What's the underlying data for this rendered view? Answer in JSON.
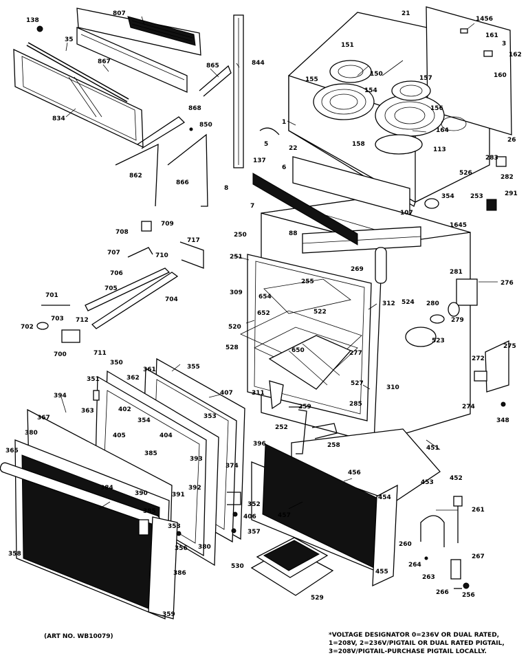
{
  "footer": {
    "art_number": "(ART NO. WB10079)",
    "voltage_note": [
      "*VOLTAGE DESIGNATOR 0=236V OR DUAL RATED,",
      "1=208V, 2=236V/PIGTAIL OR DUAL RATED PIGTAIL,",
      "3=208V/PIGTAIL-PURCHASE PIGTAIL LOCALLY."
    ]
  },
  "part_labels": [
    {
      "id": "p138",
      "text": "138"
    },
    {
      "id": "p807",
      "text": "807"
    },
    {
      "id": "p35",
      "text": "35"
    },
    {
      "id": "p867",
      "text": "867"
    },
    {
      "id": "p834",
      "text": "834"
    },
    {
      "id": "p865",
      "text": "865"
    },
    {
      "id": "p844",
      "text": "844"
    },
    {
      "id": "p868",
      "text": "868"
    },
    {
      "id": "p850",
      "text": "850"
    },
    {
      "id": "p862",
      "text": "862"
    },
    {
      "id": "p866",
      "text": "866"
    },
    {
      "id": "p21",
      "text": "21"
    },
    {
      "id": "p1456",
      "text": "1456"
    },
    {
      "id": "p151",
      "text": "151"
    },
    {
      "id": "p150",
      "text": "150"
    },
    {
      "id": "p155",
      "text": "155"
    },
    {
      "id": "p157",
      "text": "157"
    },
    {
      "id": "p154",
      "text": "154"
    },
    {
      "id": "p156",
      "text": "156"
    },
    {
      "id": "p164",
      "text": "164"
    },
    {
      "id": "p158",
      "text": "158"
    },
    {
      "id": "p1",
      "text": "1"
    },
    {
      "id": "p5",
      "text": "5"
    },
    {
      "id": "p22",
      "text": "22"
    },
    {
      "id": "p161",
      "text": "161"
    },
    {
      "id": "p3",
      "text": "3"
    },
    {
      "id": "p162",
      "text": "162"
    },
    {
      "id": "p160",
      "text": "160"
    },
    {
      "id": "p26",
      "text": "26"
    },
    {
      "id": "p113",
      "text": "113"
    },
    {
      "id": "p137",
      "text": "137"
    },
    {
      "id": "p6",
      "text": "6"
    },
    {
      "id": "p283",
      "text": "283"
    },
    {
      "id": "p526",
      "text": "526"
    },
    {
      "id": "p282",
      "text": "282"
    },
    {
      "id": "p8",
      "text": "8"
    },
    {
      "id": "p7",
      "text": "7"
    },
    {
      "id": "p354",
      "text": "354"
    },
    {
      "id": "p253",
      "text": "253"
    },
    {
      "id": "p291",
      "text": "291"
    },
    {
      "id": "p107",
      "text": "107"
    },
    {
      "id": "p88",
      "text": "88"
    },
    {
      "id": "p1645",
      "text": "1645"
    },
    {
      "id": "p708",
      "text": "708"
    },
    {
      "id": "p709",
      "text": "709"
    },
    {
      "id": "p717",
      "text": "717"
    },
    {
      "id": "p250",
      "text": "250"
    },
    {
      "id": "p707",
      "text": "707"
    },
    {
      "id": "p710",
      "text": "710"
    },
    {
      "id": "p251",
      "text": "251"
    },
    {
      "id": "p269",
      "text": "269"
    },
    {
      "id": "p281",
      "text": "281"
    },
    {
      "id": "p706",
      "text": "706"
    },
    {
      "id": "p255",
      "text": "255"
    },
    {
      "id": "p276",
      "text": "276"
    },
    {
      "id": "p705",
      "text": "705"
    },
    {
      "id": "p704",
      "text": "704"
    },
    {
      "id": "p309",
      "text": "309"
    },
    {
      "id": "p654",
      "text": "654"
    },
    {
      "id": "p312",
      "text": "312"
    },
    {
      "id": "p524",
      "text": "524"
    },
    {
      "id": "p280",
      "text": "280"
    },
    {
      "id": "p701",
      "text": "701"
    },
    {
      "id": "p652",
      "text": "652"
    },
    {
      "id": "p522",
      "text": "522"
    },
    {
      "id": "p279",
      "text": "279"
    },
    {
      "id": "p712",
      "text": "712"
    },
    {
      "id": "p520",
      "text": "520"
    },
    {
      "id": "p703",
      "text": "703"
    },
    {
      "id": "p702",
      "text": "702"
    },
    {
      "id": "p523",
      "text": "523"
    },
    {
      "id": "p700",
      "text": "700"
    },
    {
      "id": "p711",
      "text": "711"
    },
    {
      "id": "p528",
      "text": "528"
    },
    {
      "id": "p650",
      "text": "650"
    },
    {
      "id": "p277",
      "text": "277"
    },
    {
      "id": "p275",
      "text": "275"
    },
    {
      "id": "p350",
      "text": "350"
    },
    {
      "id": "p361",
      "text": "361"
    },
    {
      "id": "p355",
      "text": "355"
    },
    {
      "id": "p272",
      "text": "272"
    },
    {
      "id": "p362",
      "text": "362"
    },
    {
      "id": "p407",
      "text": "407"
    },
    {
      "id": "p527",
      "text": "527"
    },
    {
      "id": "p310",
      "text": "310"
    },
    {
      "id": "p351",
      "text": "351"
    },
    {
      "id": "p311",
      "text": "311"
    },
    {
      "id": "p394",
      "text": "394"
    },
    {
      "id": "p274",
      "text": "274"
    },
    {
      "id": "p285",
      "text": "285"
    },
    {
      "id": "p363",
      "text": "363"
    },
    {
      "id": "p402",
      "text": "402"
    },
    {
      "id": "p353",
      "text": "353"
    },
    {
      "id": "p259",
      "text": "259"
    },
    {
      "id": "p348",
      "text": "348"
    },
    {
      "id": "p367",
      "text": "367"
    },
    {
      "id": "p354b",
      "text": "354"
    },
    {
      "id": "p252",
      "text": "252"
    },
    {
      "id": "p380",
      "text": "380"
    },
    {
      "id": "p405",
      "text": "405"
    },
    {
      "id": "p404",
      "text": "404"
    },
    {
      "id": "p258",
      "text": "258"
    },
    {
      "id": "p451",
      "text": "451"
    },
    {
      "id": "p365",
      "text": "365"
    },
    {
      "id": "p385",
      "text": "385"
    },
    {
      "id": "p393",
      "text": "393"
    },
    {
      "id": "p374",
      "text": "374"
    },
    {
      "id": "p396",
      "text": "396"
    },
    {
      "id": "p456",
      "text": "456"
    },
    {
      "id": "p452",
      "text": "452"
    },
    {
      "id": "p453",
      "text": "453"
    },
    {
      "id": "p391",
      "text": "391"
    },
    {
      "id": "p392",
      "text": "392"
    },
    {
      "id": "p384",
      "text": "384"
    },
    {
      "id": "p390",
      "text": "390"
    },
    {
      "id": "p352",
      "text": "352"
    },
    {
      "id": "p454",
      "text": "454"
    },
    {
      "id": "p261",
      "text": "261"
    },
    {
      "id": "p385b",
      "text": "385"
    },
    {
      "id": "p406",
      "text": "406"
    },
    {
      "id": "p457",
      "text": "457"
    },
    {
      "id": "p353b",
      "text": "353"
    },
    {
      "id": "p357",
      "text": "357"
    },
    {
      "id": "p260",
      "text": "260"
    },
    {
      "id": "p356",
      "text": "356"
    },
    {
      "id": "p380b",
      "text": "380"
    },
    {
      "id": "p358",
      "text": "358"
    },
    {
      "id": "p530",
      "text": "530"
    },
    {
      "id": "p264",
      "text": "264"
    },
    {
      "id": "p267",
      "text": "267"
    },
    {
      "id": "p263",
      "text": "263"
    },
    {
      "id": "p455",
      "text": "455"
    },
    {
      "id": "p386",
      "text": "386"
    },
    {
      "id": "p266",
      "text": "266"
    },
    {
      "id": "p256",
      "text": "256"
    },
    {
      "id": "p529",
      "text": "529"
    },
    {
      "id": "p359",
      "text": "359"
    }
  ]
}
